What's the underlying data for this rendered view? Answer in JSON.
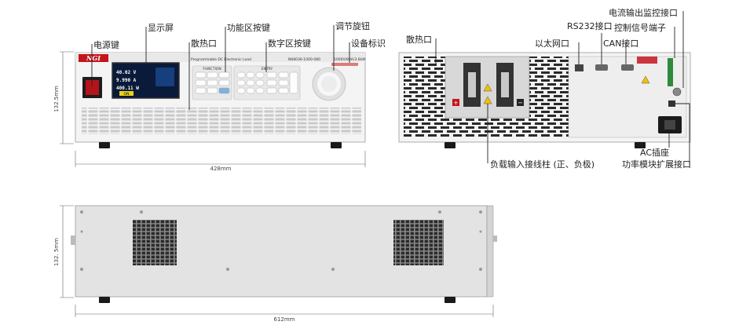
{
  "front": {
    "labels": {
      "power_key": "电源键",
      "display": "显示屏",
      "vent": "散热口",
      "function_keys": "功能区按键",
      "numeric_keys": "数字区按键",
      "knob": "调节旋钮",
      "device_id": "设备标识"
    },
    "panel": {
      "brand": "NGI",
      "product_name": "Programmable DC Electronic Load",
      "model": "N68036-1000-080",
      "rating": "1000V/80A/3.6kW",
      "function_title": "FUNCTION",
      "entry_title": "ENTRY",
      "lcd_voltage": "40.02 V",
      "lcd_current": "9.990 A",
      "lcd_power": "400.11 W",
      "lcd_status": "ON"
    },
    "height_dim": "132.5mm",
    "width_dim": "428mm"
  },
  "rear": {
    "labels": {
      "vent": "散热口",
      "rs232": "RS232接口",
      "ethernet": "以太网口",
      "can": "CAN接口",
      "current_monitor": "电流输出监控接口",
      "control_terminal": "控制信号端子",
      "load_terminal": "负载输入接线柱 (正、负极)",
      "ac_socket": "AC插座",
      "power_expansion": "功率模块扩展接口"
    }
  },
  "side": {
    "height_dim": "132. 5mm",
    "width_dim": "612mm"
  }
}
